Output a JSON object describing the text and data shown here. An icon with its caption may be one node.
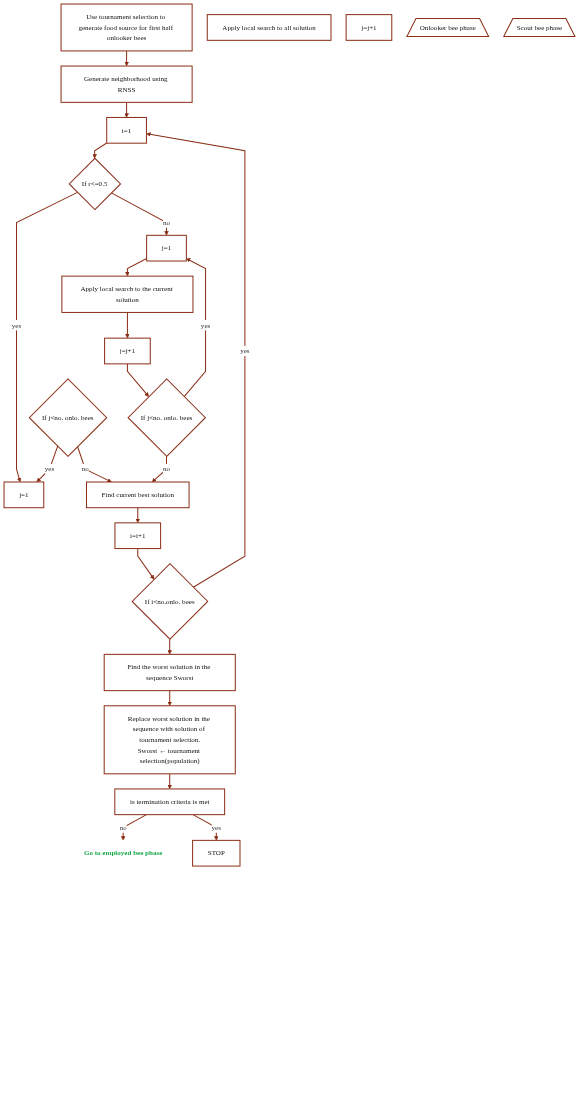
{
  "diagram": {
    "nodes": [
      {
        "text": [
          "Use tournament selection to generate food source for first half onlooker bees"
        ]
      },
      {
        "text": [
          "Generate neighborhood using RNSS"
        ]
      },
      {
        "text": [
          "i=1"
        ]
      },
      {
        "text": [
          "If r<=0.5"
        ]
      },
      {
        "text": [
          "j=1"
        ]
      },
      {
        "text": [
          "Apply local search to all solution"
        ]
      },
      {
        "text": [
          "j=j+1"
        ]
      },
      {
        "text": [
          "If j<no. onlo. bees"
        ]
      },
      {
        "text": [
          "j=1"
        ]
      },
      {
        "text": [
          "Apply local search to the current solution"
        ]
      },
      {
        "text": [
          "j=j+1"
        ]
      },
      {
        "text": [
          "If j<no. onlo. bees"
        ]
      },
      {
        "text": [
          "Find current best solution"
        ]
      },
      {
        "text": [
          "i=i+1"
        ]
      },
      {
        "text": [
          "If i<no.onlo. bees"
        ]
      },
      {
        "text": [
          "Find the worst solution in the sequence Sworst"
        ]
      },
      {
        "text": [
          "Replace worst solution in the sequence with solution of tournament selection.",
          "Sworst ← tournament selection(population)"
        ]
      },
      {
        "text": [
          "is termination criteria is met"
        ]
      },
      {
        "text": [
          "STOP"
        ]
      },
      {
        "text": [
          "Go to employed bee phase"
        ]
      },
      {
        "text": [
          "Onlooker bee phase"
        ]
      },
      {
        "text": [
          "Scout bee phase"
        ]
      }
    ],
    "edges": [
      {
        "from": 0,
        "to": 1,
        "arrow": "to"
      },
      {
        "from": 1,
        "to": 2,
        "arrow": "to"
      },
      {
        "from": 2,
        "to": 3,
        "arrow": "to"
      },
      {
        "from": 3,
        "to": 4,
        "label": "yes",
        "arrow": "to"
      },
      {
        "from": 3,
        "to": 8,
        "label": "no",
        "arrow": "to"
      },
      {
        "from": 8,
        "to": 9,
        "arrow": "to"
      },
      {
        "from": 9,
        "to": 10,
        "arrow": "to"
      },
      {
        "from": 10,
        "to": 11,
        "arrow": "to"
      },
      {
        "from": 7,
        "to": 4,
        "label": "yes",
        "arrow": "to"
      },
      {
        "from": 7,
        "to": 12,
        "label": "no",
        "arrow": "to"
      },
      {
        "from": 11,
        "to": 12,
        "label": "no",
        "arrow": "to"
      },
      {
        "from": 11,
        "to": 8,
        "label": "yes",
        "arrow": "to"
      },
      {
        "from": 12,
        "to": 13,
        "arrow": "to"
      },
      {
        "from": 13,
        "to": 14,
        "arrow": "to"
      },
      {
        "from": 14,
        "to": 2,
        "label": "yes",
        "arrow": "to"
      },
      {
        "from": 14,
        "to": 15,
        "arrow": "to"
      },
      {
        "from": 15,
        "to": 16,
        "arrow": "to"
      },
      {
        "from": 16,
        "to": 17,
        "arrow": "to"
      },
      {
        "from": 17,
        "to": 19,
        "label": "no",
        "arrow": "to"
      },
      {
        "from": 17,
        "to": 18,
        "label": "yes",
        "arrow": "to"
      }
    ]
  }
}
